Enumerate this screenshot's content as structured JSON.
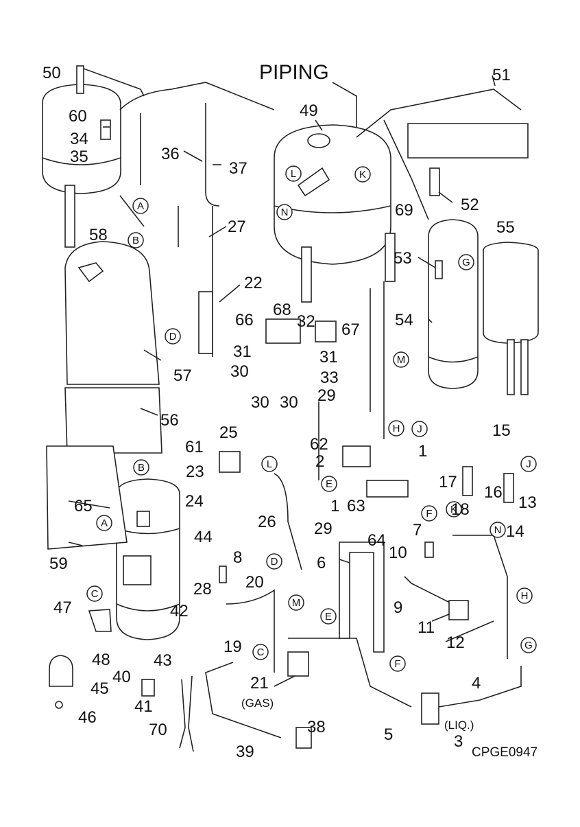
{
  "title": "PIPING",
  "drawing_code": "CPGE0947",
  "notes": {
    "gas": "(GAS)",
    "liq": "(LIQ.)"
  },
  "part_numbers": [
    "1",
    "1",
    "2",
    "3",
    "4",
    "5",
    "6",
    "7",
    "8",
    "9",
    "10",
    "11",
    "12",
    "13",
    "14",
    "15",
    "16",
    "17",
    "18",
    "19",
    "20",
    "21",
    "22",
    "23",
    "24",
    "25",
    "26",
    "27",
    "28",
    "29",
    "29",
    "30",
    "30",
    "30",
    "31",
    "31",
    "32",
    "33",
    "34",
    "35",
    "36",
    "37",
    "38",
    "39",
    "40",
    "41",
    "42",
    "43",
    "44",
    "45",
    "46",
    "47",
    "48",
    "49",
    "50",
    "51",
    "52",
    "53",
    "54",
    "55",
    "56",
    "57",
    "58",
    "59",
    "60",
    "61",
    "62",
    "63",
    "64",
    "65",
    "66",
    "67",
    "68",
    "69",
    "70"
  ],
  "connection_markers": [
    "A",
    "A",
    "B",
    "B",
    "C",
    "C",
    "D",
    "D",
    "E",
    "E",
    "F",
    "F",
    "G",
    "G",
    "H",
    "H",
    "J",
    "J",
    "K",
    "K",
    "L",
    "L",
    "M",
    "M",
    "N",
    "N"
  ]
}
